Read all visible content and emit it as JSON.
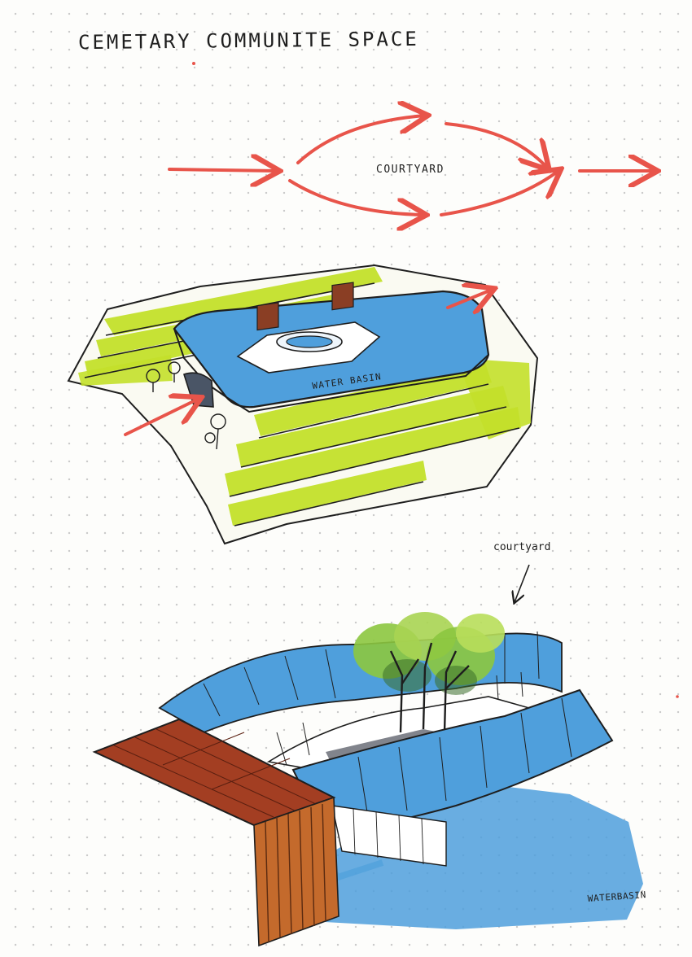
{
  "title": "CEMETARY COMMUNITE SPACE",
  "flow_label": "COURTYARD",
  "section_label": "WATER BASIN",
  "courtyard_label": "courtyard",
  "water_label": "WATERBASIN",
  "colors": {
    "arrow": "#e8544a",
    "ink": "#1e1e1e",
    "water": "#4f9fdc",
    "grass": "#c3e02a",
    "roof": "#a33e22",
    "wood": "#c46a2c",
    "tree": "#8cc63f"
  }
}
